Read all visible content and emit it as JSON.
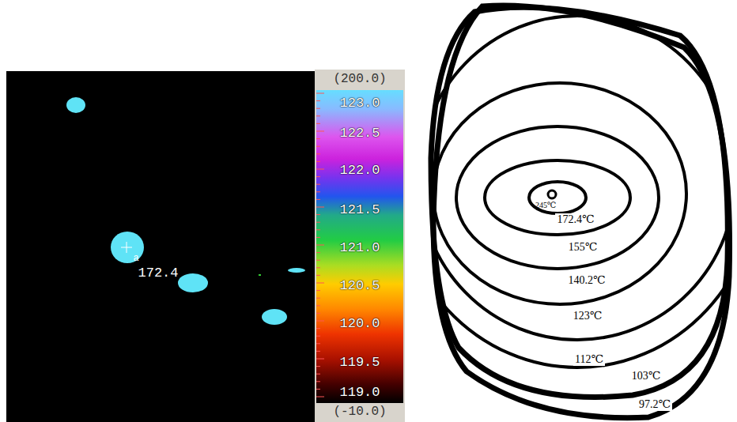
{
  "diagram": {
    "labels": [
      "(200.0)",
      "123.0",
      "122.5",
      "122.0",
      "121.5",
      "121.0",
      "120.5",
      "120.0",
      "119.5",
      "119.0",
      "(-10.0)",
      "a",
      "172.4",
      "245℃",
      "172.4℃",
      "155℃",
      "140.2℃",
      "123℃",
      "112℃",
      "103℃",
      "97.2℃"
    ]
  }
}
